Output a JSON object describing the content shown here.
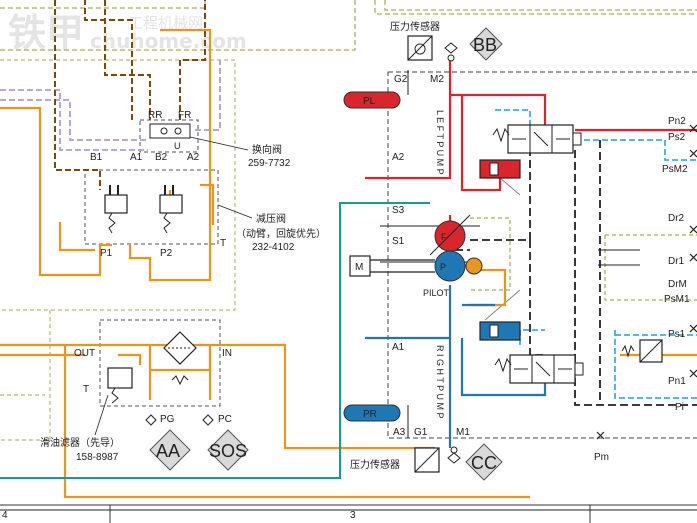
{
  "watermark": {
    "main": "铁甲",
    "sub": "工程机械网",
    "url": "chuhome.com"
  },
  "colors": {
    "orange": "#e8961e",
    "red": "#d8262b",
    "teal": "#1a9a8c",
    "blue": "#1f78b4",
    "lightblue": "#43aedb",
    "purple": "#b49ccd",
    "brown": "#7b4a12",
    "olive": "#b8b87a",
    "gray": "#888888"
  },
  "sensors": {
    "top": {
      "label": "压力传感器",
      "tag": "BB",
      "port_left": "G2",
      "port_right": "M2"
    },
    "bottom": {
      "label": "压力传感器",
      "tag": "CC",
      "port_left": "A3",
      "port_g": "G1",
      "port_right": "M1"
    }
  },
  "pump": {
    "port_s3": "S3",
    "port_s1": "S1",
    "port_a2": "A2",
    "port_a1": "A1",
    "top_pump_label": "L E F T P U M P",
    "bottom_pump_label": "R I G H T P U M P",
    "motor_label": "M",
    "pilot_label": "PILOT",
    "front_pump_tag": "F",
    "pilot_pump_tag": "P"
  },
  "tags": {
    "pl": "PL",
    "pr": "PR"
  },
  "selector_valve": {
    "rr": "RR",
    "fr": "FR",
    "u": "U",
    "name": "换向阀",
    "part": "259-7732"
  },
  "reducing_valve": {
    "b1": "B1",
    "a1": "A1",
    "b2": "B2",
    "a2": "A2",
    "p1": "P1",
    "p2": "P2",
    "t": "T",
    "name": "减压阀",
    "desc": "（动臂，回旋优先）",
    "part": "232-4102"
  },
  "filter": {
    "out": "OUT",
    "in": "IN",
    "t": "T",
    "pg": "PG",
    "pc": "PC",
    "name": "滑油滤器（先导）",
    "part": "158-8987",
    "tag_aa": "AA",
    "tag_sos": "SOS"
  },
  "right_ports": {
    "pn2": "Pn2",
    "ps2": "Ps2",
    "psm2": "PsM2",
    "dr2": "Dr2",
    "dr1": "Dr1",
    "drm": "DrM",
    "psm1": "PsM1",
    "ps1": "Ps1",
    "pn1": "Pn1",
    "pi": "Pi",
    "pm": "Pm"
  },
  "grid": {
    "zone4": "4",
    "zone3": "3"
  }
}
